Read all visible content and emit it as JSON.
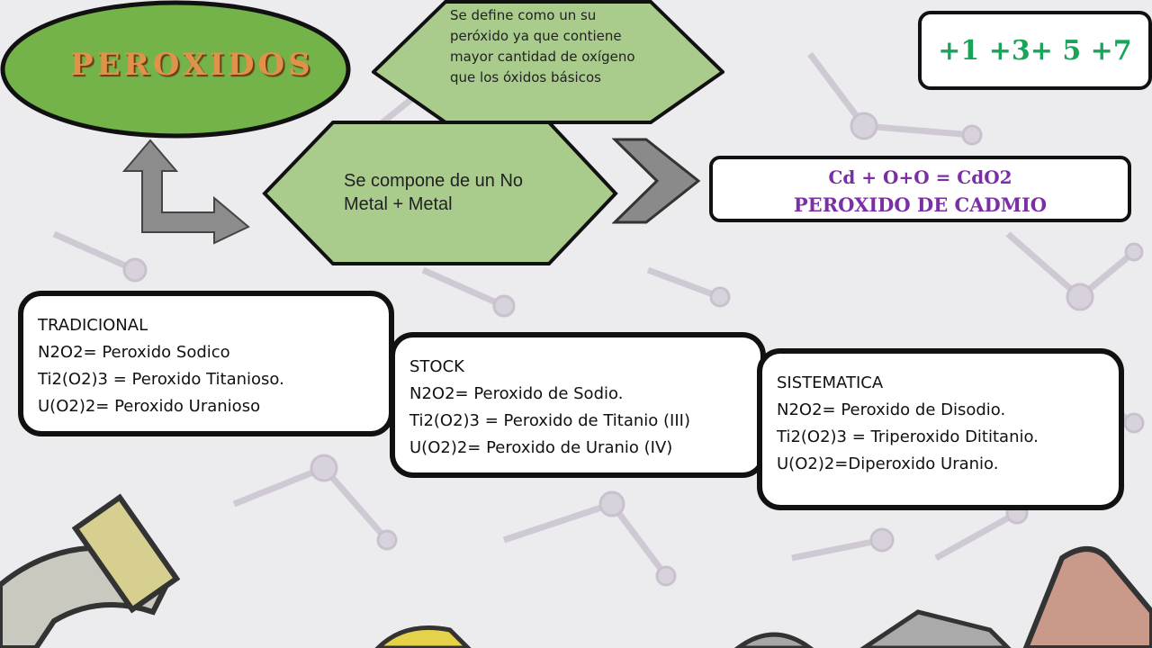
{
  "title": "PEROXIDOS",
  "definition": "Se define como un su peróxido ya que contiene mayor cantidad de oxígeno que los óxidos básicos",
  "composition": "Se compone de un No Metal + Metal",
  "oxidation_states": "+1 +3+ 5 +7",
  "example": {
    "equation": "Cd + O+O = CdO2",
    "name": "PEROXIDO DE CADMIO"
  },
  "nomenclatures": {
    "tradicional": {
      "heading": "TRADICIONAL",
      "lines": [
        "N2O2= Peroxido Sodico",
        "Ti2(O2)3 = Peroxido Titanioso.",
        "U(O2)2= Peroxido Uranioso"
      ]
    },
    "stock": {
      "heading": "STOCK",
      "lines": [
        "N2O2= Peroxido de Sodio.",
        "Ti2(O2)3 = Peroxido de Titanio (III)",
        "U(O2)2= Peroxido de Uranio (IV)"
      ]
    },
    "sistematica": {
      "heading": "SISTEMATICA",
      "lines": [
        "N2O2= Peroxido de Disodio.",
        "Ti2(O2)3 = Triperoxido Dititanio.",
        "U(O2)2=Diperoxido Uranio."
      ]
    }
  },
  "colors": {
    "oval_fill": "#74b34a",
    "hex_fill": "#a9cc8d",
    "oxidation_text": "#1aa35b",
    "example_text": "#7b2fa6",
    "title_text": "#e0914a"
  }
}
